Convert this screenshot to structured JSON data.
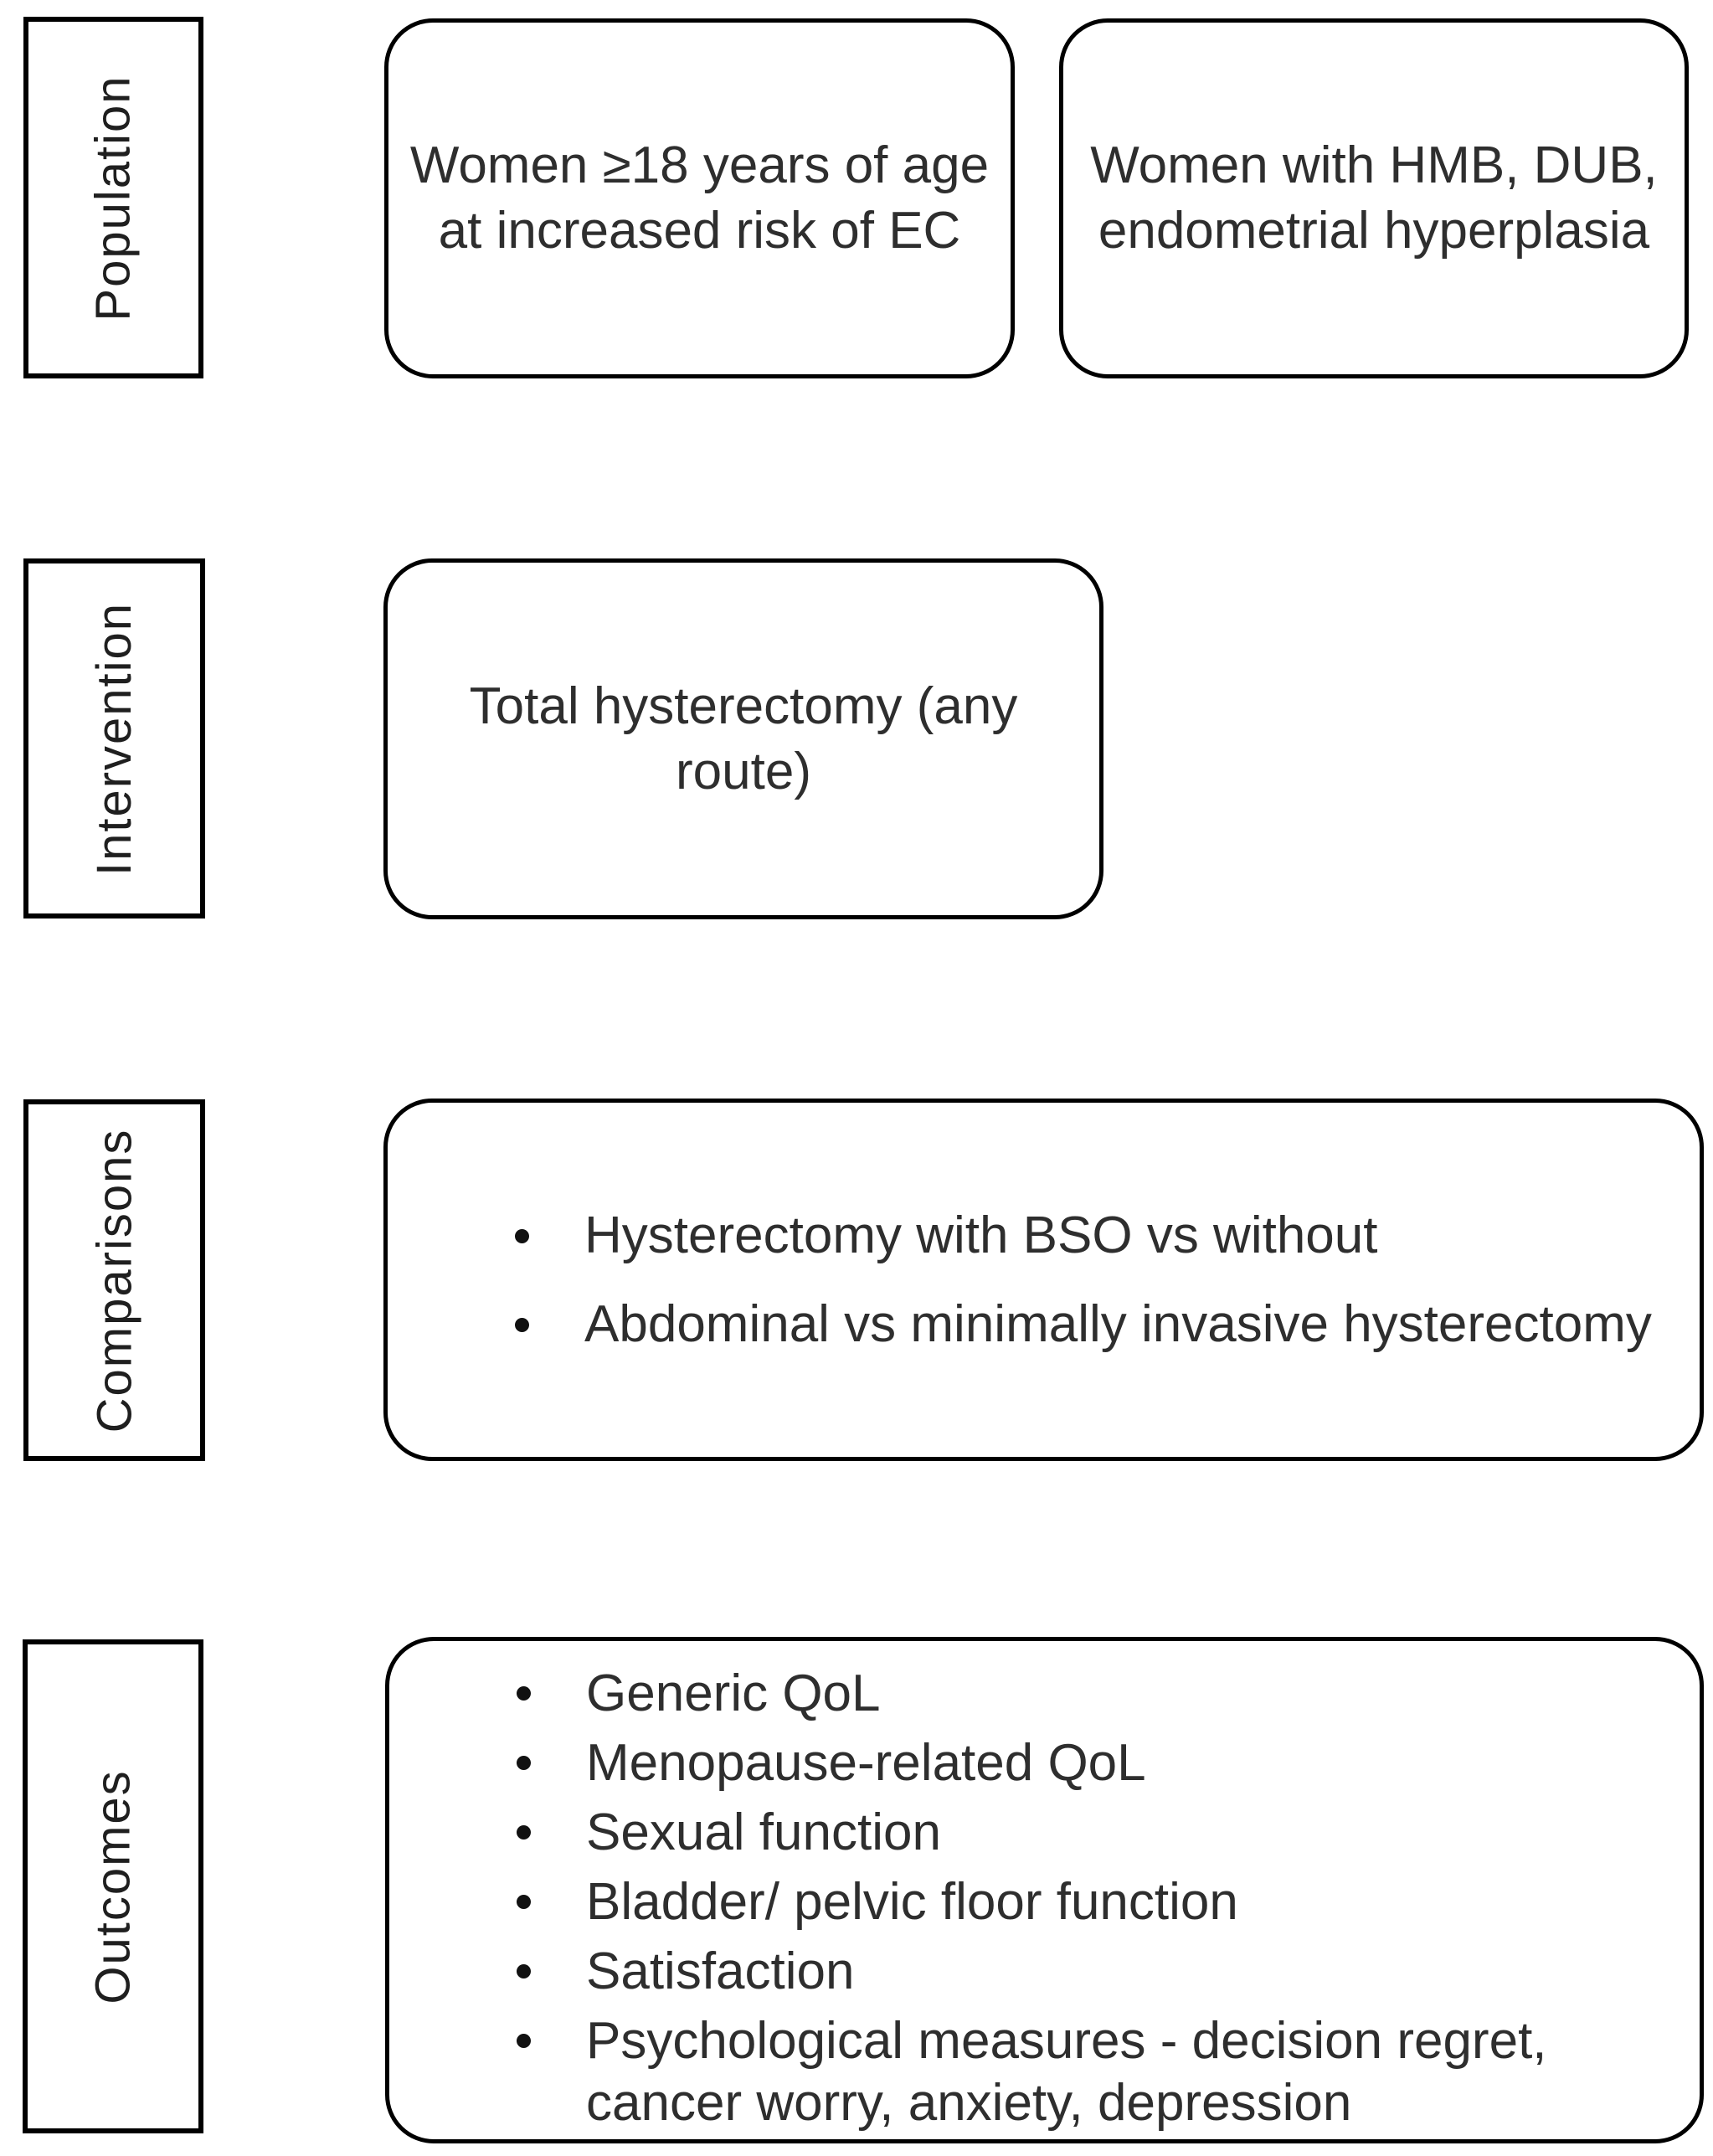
{
  "diagram": {
    "title_semantic": "PICO framework diagram",
    "colors": {
      "border": "#000000",
      "label_text": "#1f1f1f",
      "body_text": "#2e2e2e",
      "background": "#ffffff"
    },
    "rows": [
      {
        "label": "Population",
        "boxes": [
          {
            "lines": [
              "Women ≥18 years of age",
              "at increased risk of EC"
            ]
          },
          {
            "lines": [
              "Women with HMB, DUB,",
              "endometrial hyperplasia"
            ]
          }
        ]
      },
      {
        "label": "Intervention",
        "boxes": [
          {
            "lines": [
              "Total hysterectomy (any",
              "route)"
            ]
          }
        ]
      },
      {
        "label": "Comparisons",
        "boxes": [
          {
            "bullets": [
              "Hysterectomy with BSO vs without",
              "Abdominal vs minimally invasive hysterectomy"
            ]
          }
        ]
      },
      {
        "label": "Outcomes",
        "boxes": [
          {
            "bullets": [
              "Generic QoL",
              "Menopause-related QoL",
              "Sexual function",
              "Bladder/ pelvic floor function",
              "Satisfaction",
              "Psychological measures - decision regret, cancer worry, anxiety, depression"
            ]
          }
        ]
      }
    ]
  }
}
